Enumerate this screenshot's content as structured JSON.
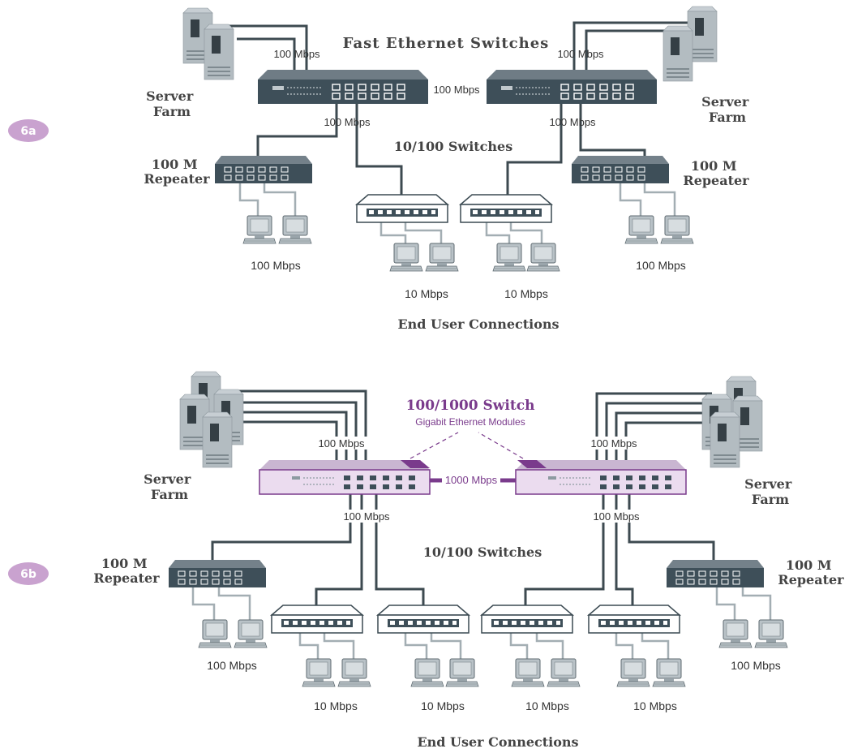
{
  "badges": {
    "a": "6a",
    "b": "6b"
  },
  "diagram_a": {
    "title": "Fast Ethernet Switches",
    "server_farm_left": [
      "Server",
      "Farm"
    ],
    "server_farm_right": [
      "Server",
      "Farm"
    ],
    "server_link_left": "100 Mbps",
    "server_link_right": "100 Mbps",
    "backbone_link": "100 Mbps",
    "downlink_left": "100 Mbps",
    "downlink_right": "100 Mbps",
    "switches_label": "10/100 Switches",
    "repeater_left": [
      "100 M",
      "Repeater"
    ],
    "repeater_right": [
      "100 M",
      "Repeater"
    ],
    "speed_repeater_left": "100 Mbps",
    "speed_switch_left": "10 Mbps",
    "speed_switch_right": "10 Mbps",
    "speed_repeater_right": "100 Mbps",
    "footer": "End User Connections"
  },
  "diagram_b": {
    "title": "100/1000 Switch",
    "subtitle": "Gigabit Ethernet Modules",
    "server_farm_left": [
      "Server",
      "Farm"
    ],
    "server_farm_right": [
      "Server",
      "Farm"
    ],
    "server_link_left": "100 Mbps",
    "server_link_right": "100 Mbps",
    "backbone_link": "1000 Mbps",
    "downlink_left": "100 Mbps",
    "downlink_right": "100 Mbps",
    "switches_label": "10/100 Switches",
    "repeater_left": [
      "100 M",
      "Repeater"
    ],
    "repeater_right": [
      "100 M",
      "Repeater"
    ],
    "speed_repeater_left": "100 Mbps",
    "speed_switch_1": "10 Mbps",
    "speed_switch_2": "10 Mbps",
    "speed_switch_3": "10 Mbps",
    "speed_switch_4": "10 Mbps",
    "speed_repeater_right": "100 Mbps",
    "footer": "End User Connections"
  },
  "colors": {
    "accent": "#7a3b8c",
    "badge": "#c9a2cf",
    "switch_dark": "#3e4f59",
    "switch_light": "#ebdcef",
    "cable_dark": "#3d4a50",
    "cable_light": "#a3aeb3",
    "device_gray": "#b9c2c7"
  }
}
